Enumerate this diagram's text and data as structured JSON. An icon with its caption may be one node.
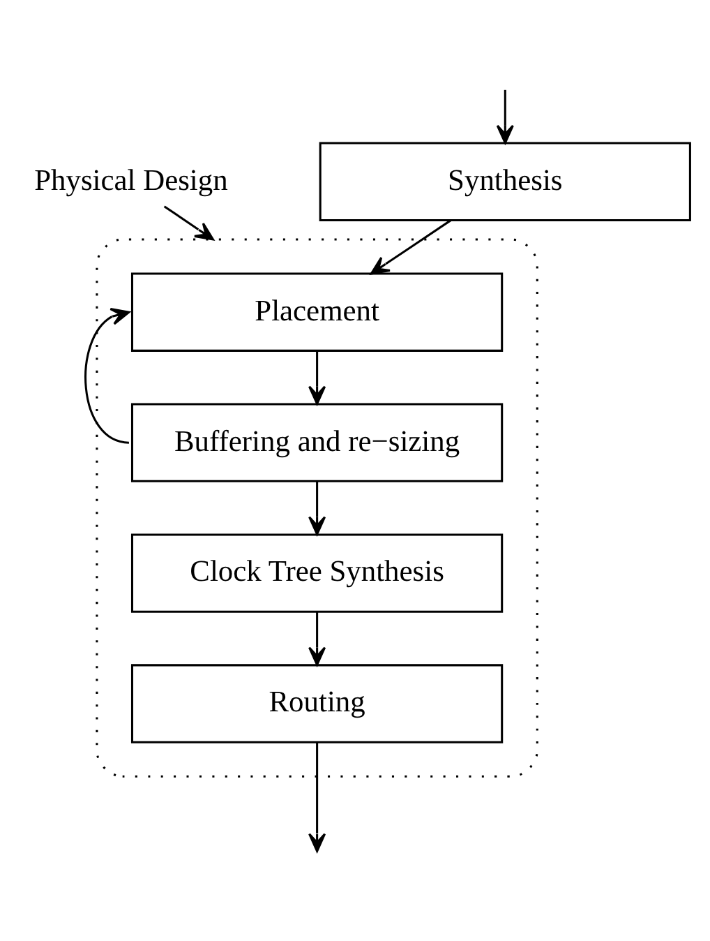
{
  "diagram": {
    "nodes": [
      {
        "text": [
          "Physical Design"
        ]
      },
      {
        "text": [
          "Synthesis"
        ]
      },
      {
        "text": [],
        "shape": "box"
      },
      {
        "text": [
          "Placement"
        ],
        "in": 2
      },
      {
        "text": [
          "Buffering and re−sizing"
        ],
        "in": 2
      },
      {
        "text": [
          "Clock Tree Synthesis"
        ],
        "in": 2
      },
      {
        "text": [
          "Routing"
        ],
        "in": 2
      }
    ],
    "edges": [
      {
        "from": null,
        "to": 1,
        "arrow": "to"
      },
      {
        "from": 1,
        "to": 3,
        "arrow": "to"
      },
      {
        "from": 3,
        "to": 4,
        "arrow": "to"
      },
      {
        "from": 4,
        "to": 3,
        "arrow": "to"
      },
      {
        "from": 4,
        "to": 5,
        "arrow": "to"
      },
      {
        "from": 5,
        "to": 6,
        "arrow": "to"
      },
      {
        "from": 6,
        "to": null,
        "arrow": "to"
      },
      {
        "from": 0,
        "to": 2,
        "arrow": "to"
      }
    ]
  }
}
